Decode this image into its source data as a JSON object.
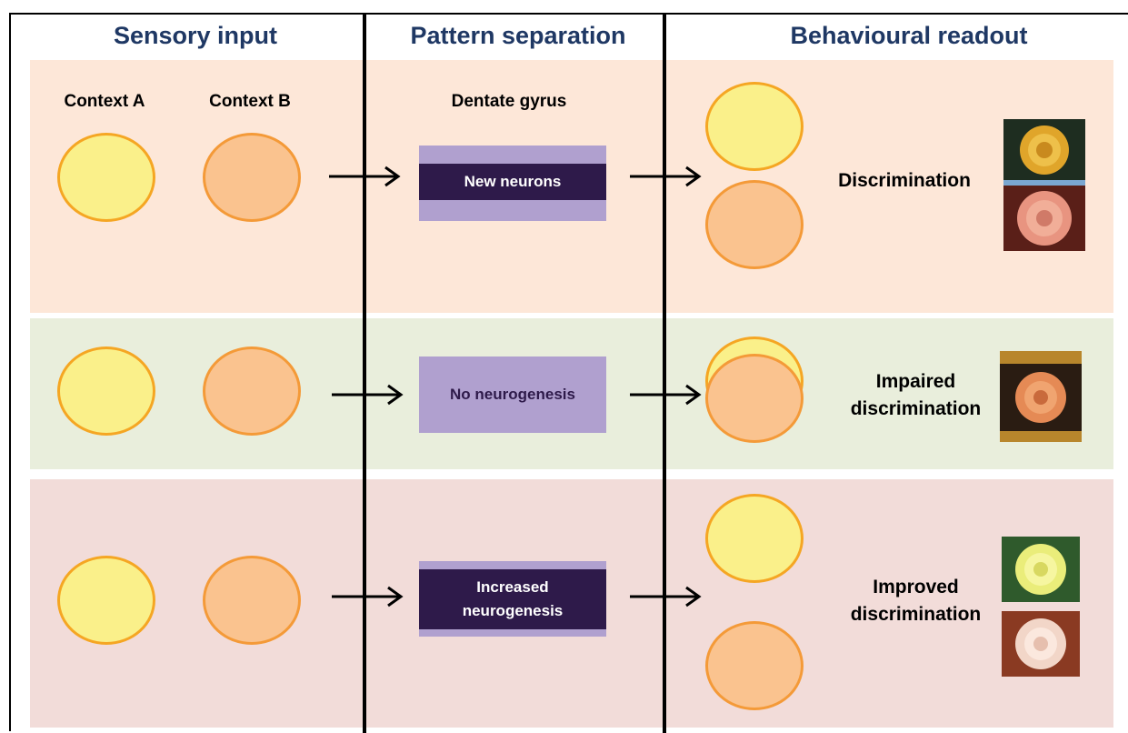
{
  "headers": {
    "sensory": "Sensory input",
    "pattern": "Pattern separation",
    "behaviour": "Behavioural readout"
  },
  "labels": {
    "context_a": "Context A",
    "context_b": "Context B",
    "dentate": "Dentate gyrus"
  },
  "rows": [
    {
      "box": "New neurons",
      "readout": "Discrimination"
    },
    {
      "box": "No neurogenesis",
      "readout": "Impaired discrimination",
      "readout_l1": "Impaired",
      "readout_l2": "discrimination"
    },
    {
      "box_l1": "Increased",
      "box_l2": "neurogenesis",
      "box": "Increased neurogenesis",
      "readout_l1": "Improved",
      "readout_l2": "discrimination",
      "readout": "Improved discrimination"
    }
  ],
  "colors": {
    "row1_bg": "#fde7d8",
    "row2_bg": "#e9eedc",
    "row3_bg": "#f2dcd9",
    "header_text": "#1f3864",
    "context_a_fill": "#faf08a",
    "context_b_fill": "#fac38f",
    "dark_box": "#2e1a4a",
    "light_box": "#b0a0cf"
  },
  "icons": {
    "arrow": "right-arrow-icon",
    "photo": "rose-photo"
  }
}
